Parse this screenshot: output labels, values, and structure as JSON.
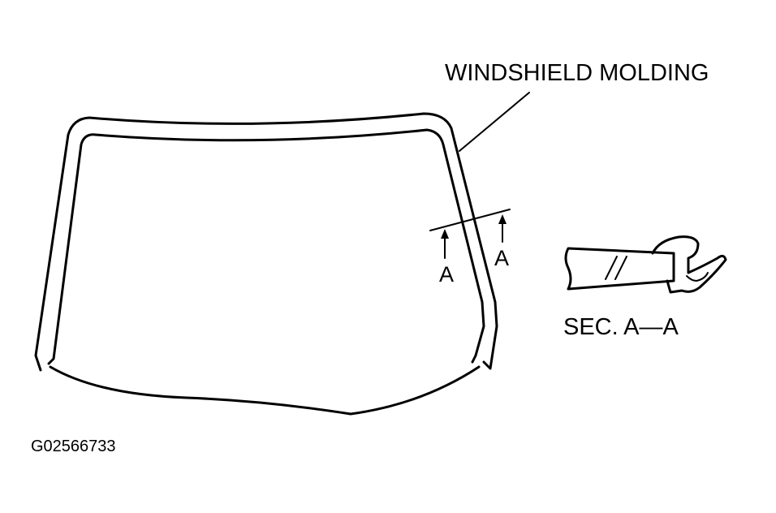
{
  "labels": {
    "molding": "WINDSHIELD MOLDING",
    "section_marker_left": "A",
    "section_marker_right": "A",
    "section_caption": "SEC. A—A",
    "figure_code": "G02566733"
  }
}
